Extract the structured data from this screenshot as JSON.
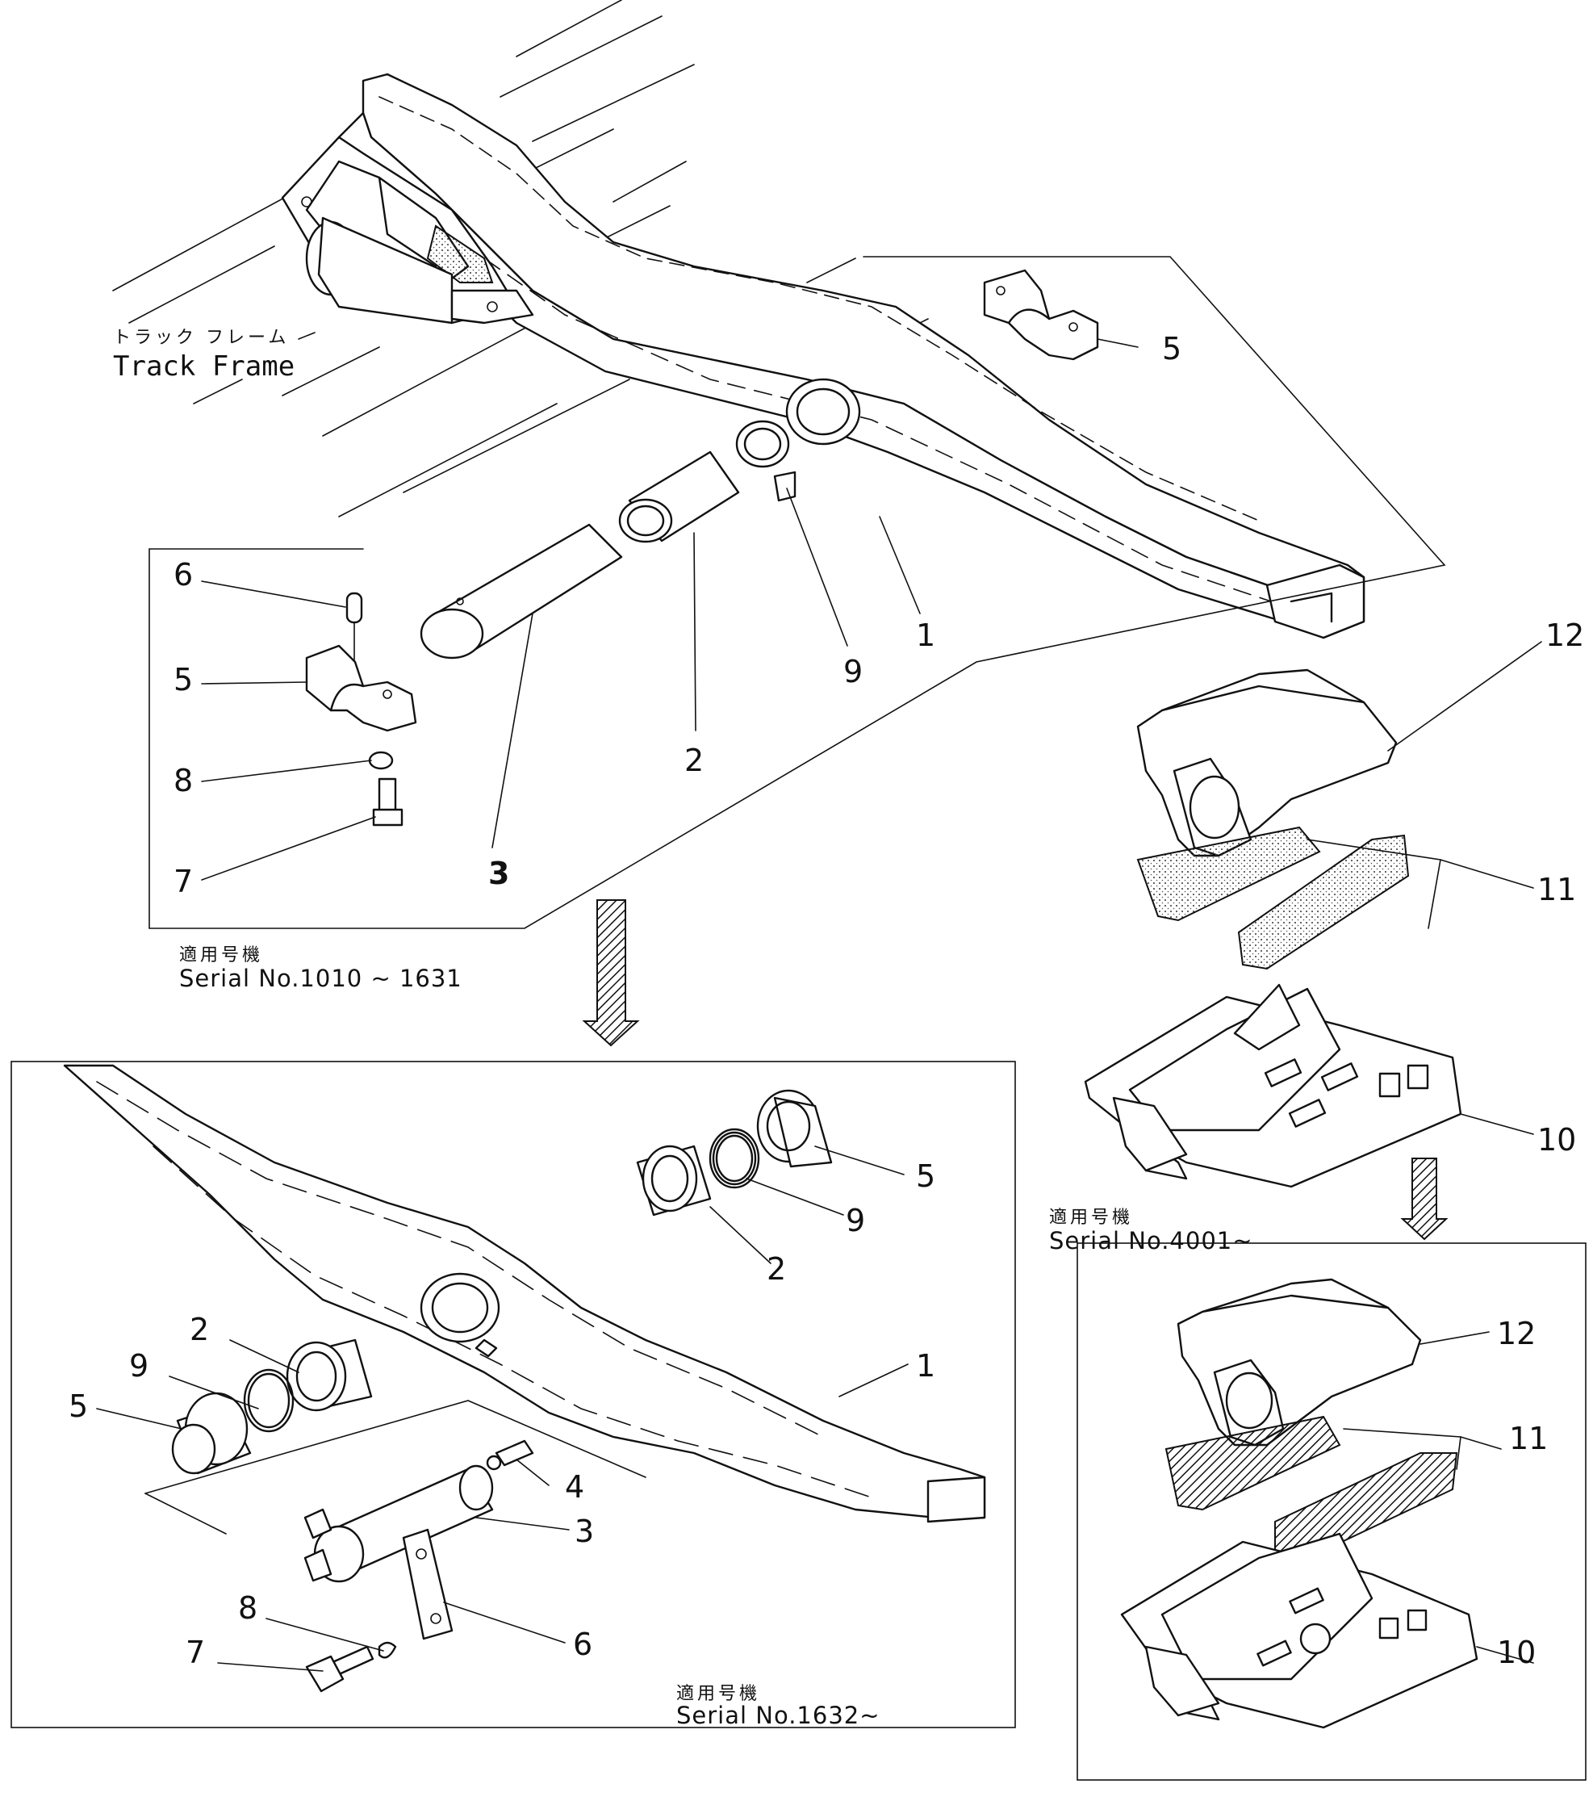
{
  "track_frame_label_jp": "トラック フレーム",
  "track_frame_label_en": "Track Frame",
  "applicable_label_jp": "適用号機",
  "serial_old_bearing": "Serial No.1010 ~ 1631",
  "serial_new_bearing": "Serial No.1632~",
  "serial_guard": "Serial No.4001~",
  "part_numbers": {
    "p1": "1",
    "p2": "2",
    "p3": "3",
    "p4": "4",
    "p5": "5",
    "p6": "6",
    "p7": "7",
    "p8": "8",
    "p9": "9",
    "p10": "10",
    "p11": "11",
    "p12": "12"
  },
  "icons": {
    "arrow_top": "hatched-down-arrow-icon",
    "arrow_right": "hatched-down-arrow-icon"
  }
}
